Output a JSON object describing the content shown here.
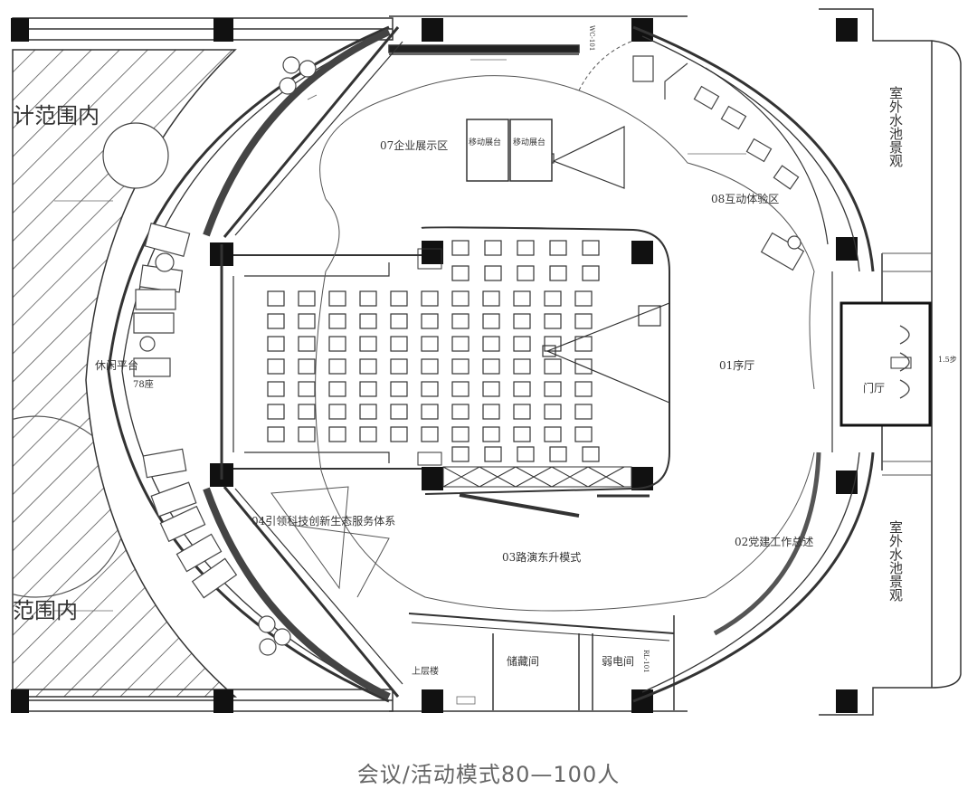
{
  "caption": "会议/活动模式80—100人",
  "outside_labels": {
    "scope_top": "计范围内",
    "scope_bottom": "范围内",
    "pool_upper": "室外水池景观",
    "pool_lower": "室外水池景观"
  },
  "zones": {
    "foyer": "01序厅",
    "party_building": "02党建工作总述",
    "roadshow": "03路演东升模式",
    "ecosystem": "04引领科技创新生态服务体系",
    "corporate_display": "07企业展示区",
    "interactive": "08互动体验区",
    "lounge": "休闲平台",
    "storage": "储藏间",
    "power_room": "弱电间",
    "vestibule": "门厅"
  },
  "small_labels": {
    "mobile_platform_1": "移动展台",
    "mobile_platform_2": "移动展台",
    "seat_count": "78座",
    "stairs_up": "上层楼",
    "steps": "1.5步",
    "wc_code": "WC-101",
    "power_code": "RL-101"
  }
}
